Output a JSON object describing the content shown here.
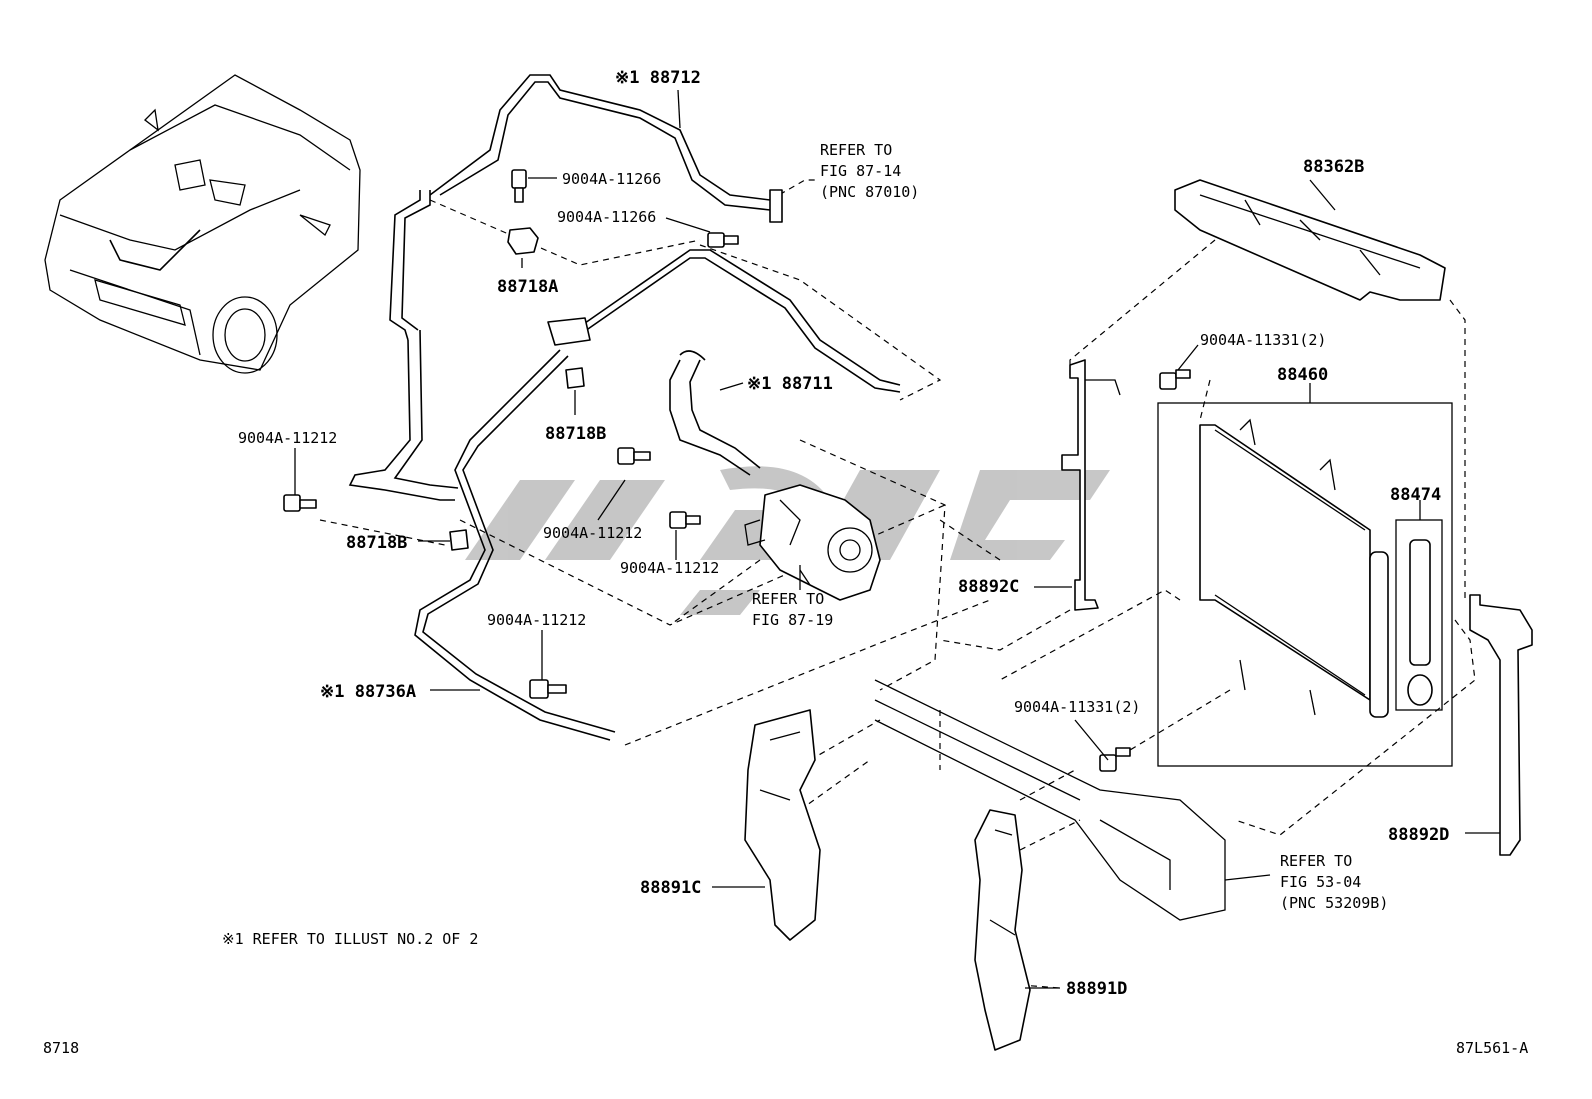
{
  "diagram": {
    "figure_no": "8718",
    "illust_id": "87L561-A",
    "footnote": "※1 REFER TO ILLUST NO.2 OF 2",
    "parts": {
      "p88712": "※1 88712",
      "p88711": "※1 88711",
      "p88736A": "※1 88736A",
      "p88718A": "88718A",
      "p88718B_a": "88718B",
      "p88718B_b": "88718B",
      "p88362B": "88362B",
      "p88460": "88460",
      "p88474": "88474",
      "p88892C": "88892C",
      "p88892D": "88892D",
      "p88891C": "88891C",
      "p88891D": "88891D",
      "b11266_a": "9004A-11266",
      "b11266_b": "9004A-11266",
      "b11212_a": "9004A-11212",
      "b11212_b": "9004A-11212",
      "b11212_c": "9004A-11212",
      "b11212_d": "9004A-11212",
      "b11331_a": "9004A-11331(2)",
      "b11331_b": "9004A-11331(2)"
    },
    "refs": {
      "r1": [
        "REFER TO",
        "FIG 87-14",
        "(PNC 87010)"
      ],
      "r2": [
        "REFER TO",
        "FIG 87-19"
      ],
      "r3": [
        "REFER TO",
        "FIG 53-04",
        "(PNC 53209B)"
      ]
    }
  }
}
